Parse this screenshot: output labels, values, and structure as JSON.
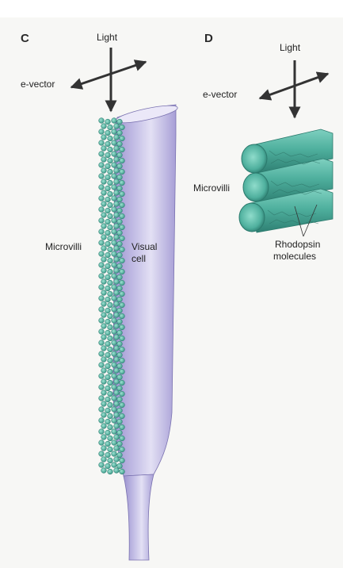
{
  "panels": {
    "c": {
      "letter": "C",
      "light_label": "Light",
      "evector_label": "e-vector",
      "microvilli_label": "Microvilli",
      "visual_cell_label_1": "Visual",
      "visual_cell_label_2": "cell"
    },
    "d": {
      "letter": "D",
      "light_label": "Light",
      "evector_label": "e-vector",
      "microvilli_label": "Microvilli",
      "rhodopsin_label_1": "Rhodopsin",
      "rhodopsin_label_2": "molecules"
    }
  },
  "colors": {
    "cell_fill": "#b3acd9",
    "cell_highlight": "#d9d5f0",
    "microvilli": "#4fb09e",
    "microvilli_dark": "#2e7f72",
    "arrow": "#333333"
  }
}
